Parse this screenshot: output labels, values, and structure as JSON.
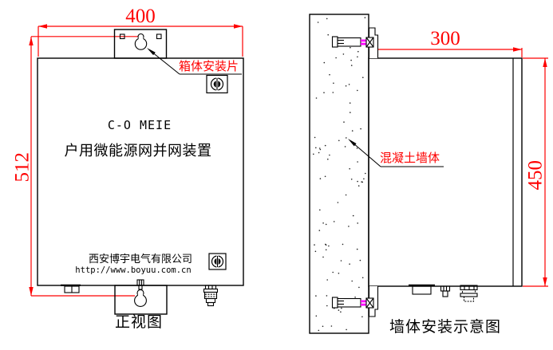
{
  "colors": {
    "outline": "#000000",
    "dimension_red": "#fe0000",
    "anchor_sleeve_magenta": "#ff00ff",
    "background": "#ffffff"
  },
  "front_view": {
    "caption": "正视图",
    "dim_width": "400",
    "dim_height": "512",
    "mounting_plate_callout": "箱体安装片",
    "panel": {
      "model": "C-O MEIE",
      "product_name": "户用微能源网并网装置",
      "company": "西安博宇电气有限公司",
      "website": "http://www.boyuu.com.cn"
    }
  },
  "side_view": {
    "caption": "墙体安装示意图",
    "dim_width": "300",
    "dim_height": "450",
    "wall_callout": "混凝土墙体"
  },
  "icons": {
    "screw_head": "screw-head-icon",
    "keyhole_slot": "keyhole-mounting-slot-icon",
    "expansion_anchor": "expansion-anchor-bolt-icon",
    "cable_gland": "cable-gland-icon",
    "terminal_block": "terminal-block-icon"
  }
}
